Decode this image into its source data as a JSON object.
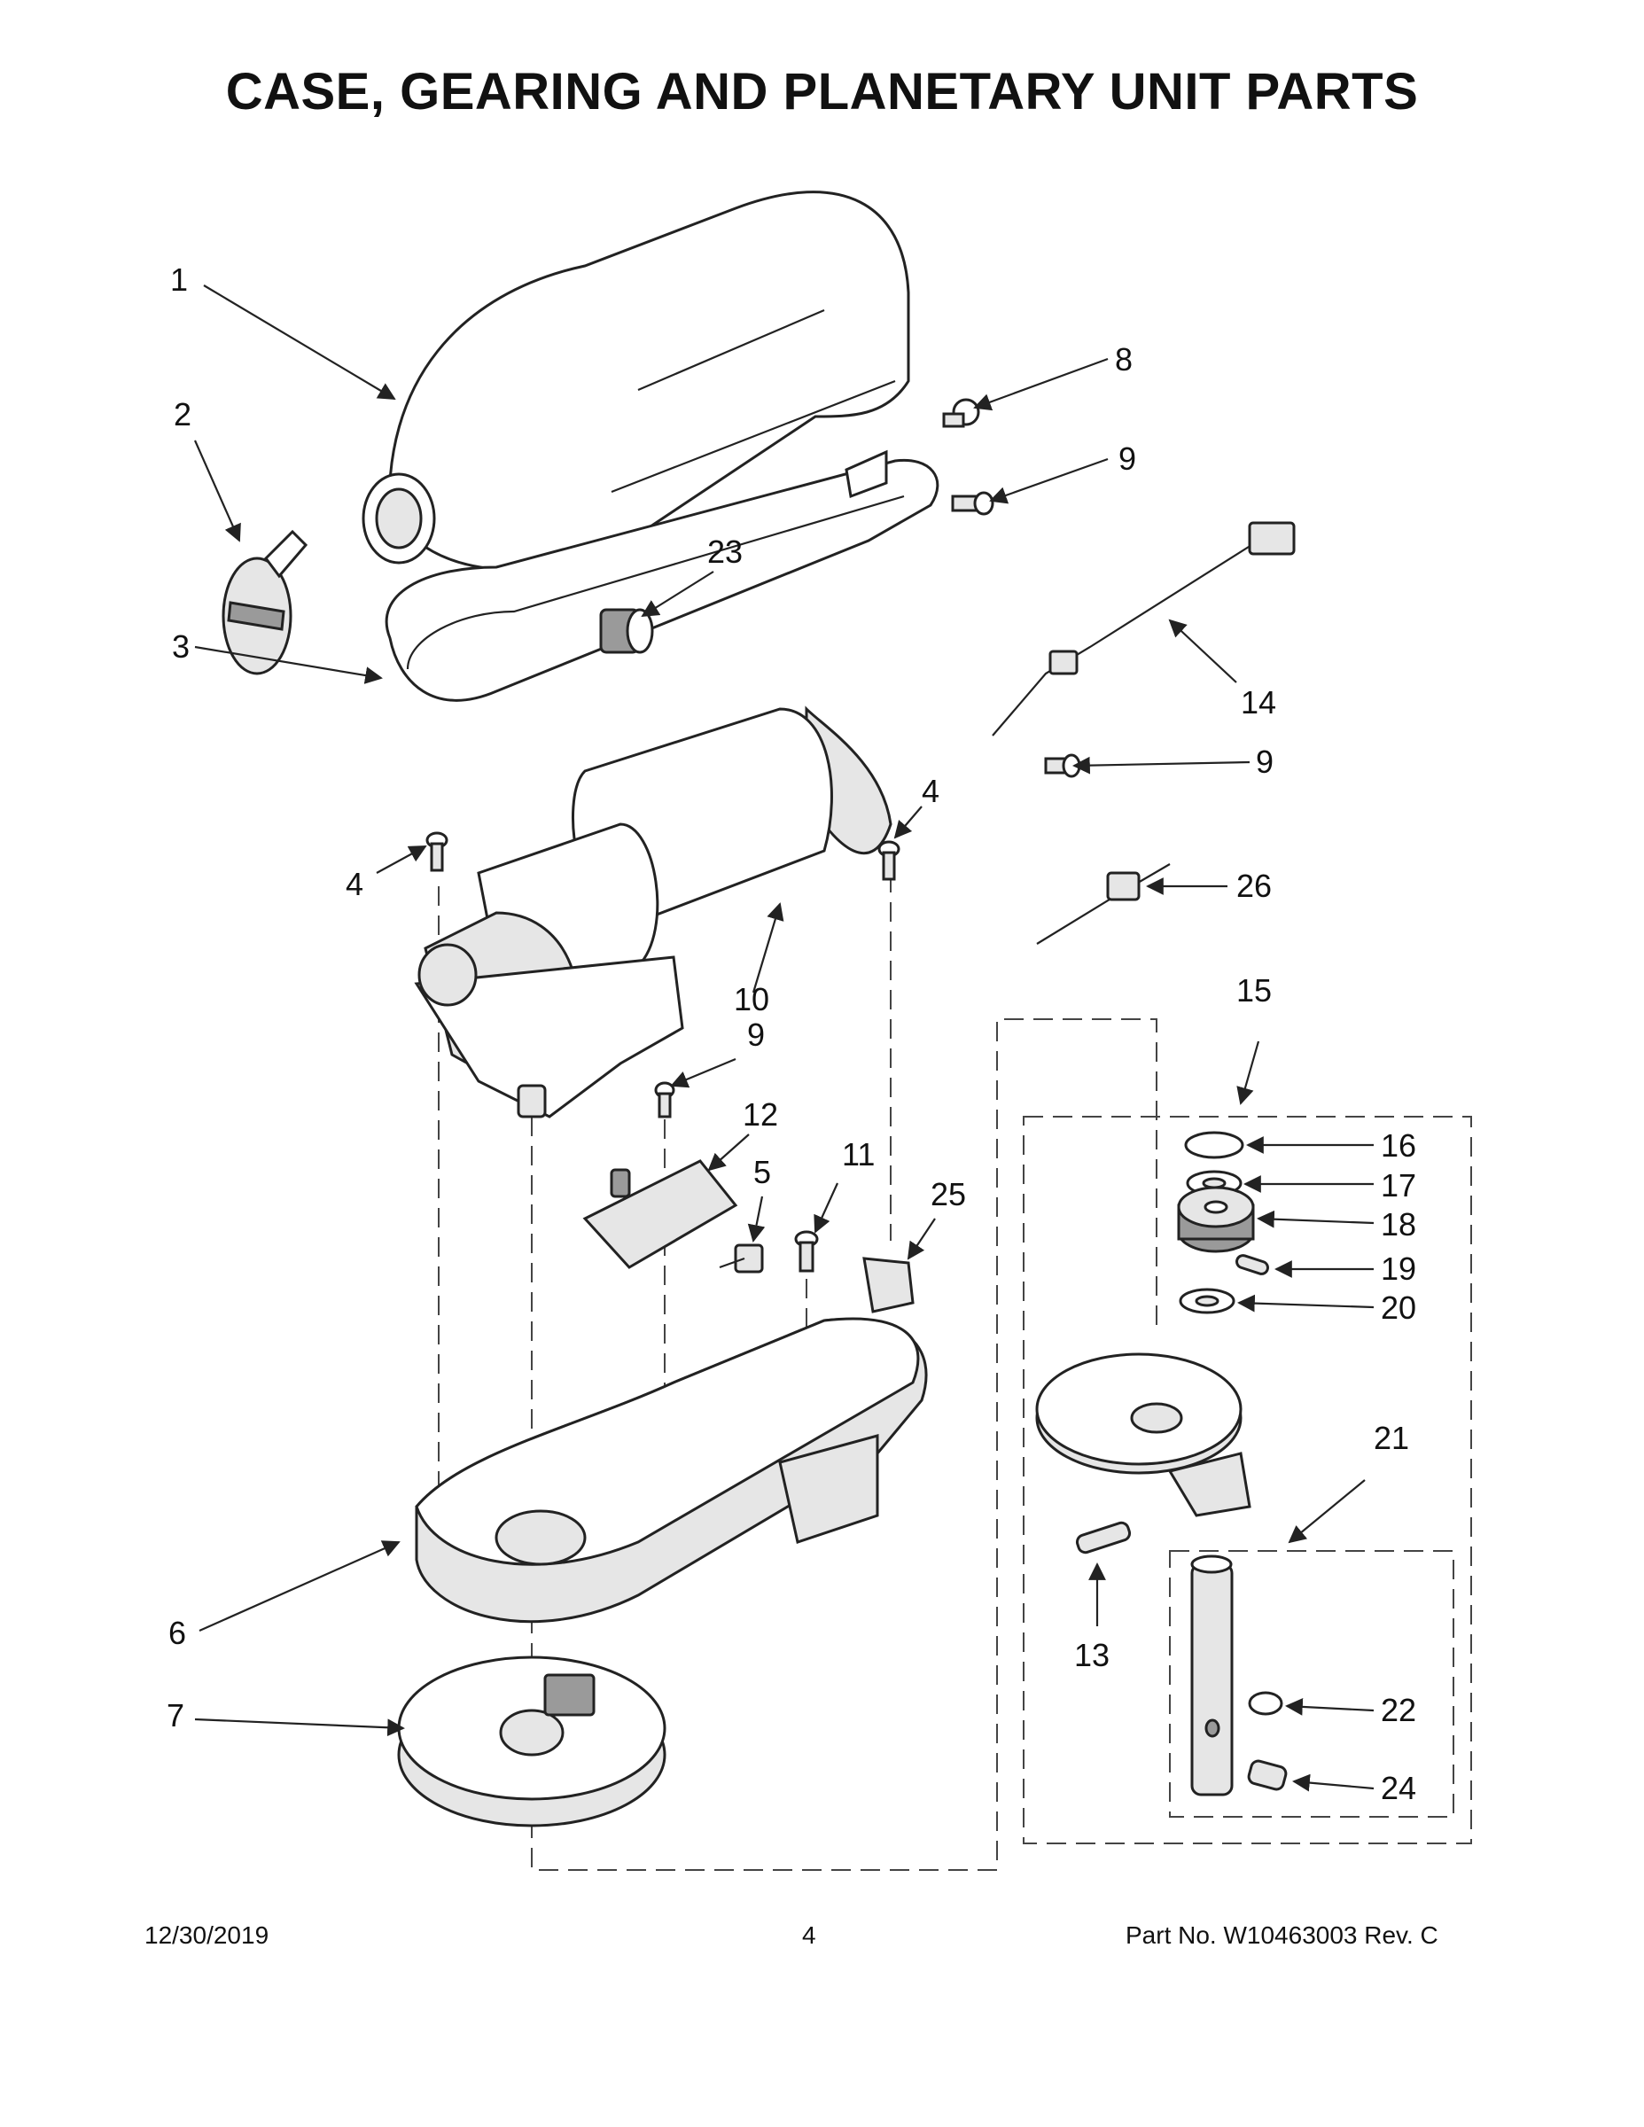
{
  "title": "CASE, GEARING AND PLANETARY UNIT PARTS",
  "callouts": {
    "c1": "1",
    "c2": "2",
    "c3": "3",
    "c4a": "4",
    "c4b": "4",
    "c5": "5",
    "c6": "6",
    "c7": "7",
    "c8": "8",
    "c9a": "9",
    "c9b": "9",
    "c9c": "9",
    "c10": "10",
    "c11": "11",
    "c12": "12",
    "c13": "13",
    "c14": "14",
    "c15": "15",
    "c16": "16",
    "c17": "17",
    "c18": "18",
    "c19": "19",
    "c20": "20",
    "c21": "21",
    "c22": "22",
    "c23": "23",
    "c24": "24",
    "c25": "25",
    "c26": "26"
  },
  "footer": {
    "date": "12/30/2019",
    "page": "4",
    "part_no": "Part No.  W10463003  Rev.  C"
  }
}
